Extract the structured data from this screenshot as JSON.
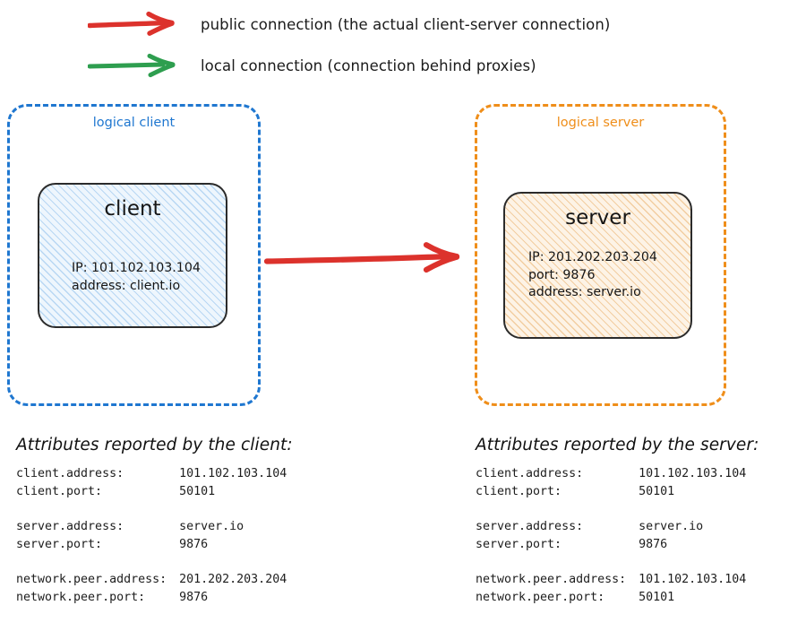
{
  "legend": {
    "items": [
      {
        "icon": "arrow-right-icon",
        "color": "#dc322c",
        "label": "public connection (the actual client-server connection)"
      },
      {
        "icon": "arrow-right-icon",
        "color": "#2e9e4f",
        "label": "local connection (connection behind proxies)"
      }
    ]
  },
  "diagram": {
    "main_arrow": {
      "icon": "arrow-right-icon",
      "color": "#dc322c"
    },
    "client_group": {
      "label": "logical client",
      "border_color": "#1f77d0",
      "node": {
        "title": "client",
        "fill_color": "#eef6fd",
        "hatch_color": "#8cbeeb",
        "lines": [
          "IP: 101.102.103.104",
          "address: client.io"
        ]
      }
    },
    "server_group": {
      "label": "logical server",
      "border_color": "#ef8e1a",
      "node": {
        "title": "server",
        "fill_color": "#fdf3e6",
        "hatch_color": "#e8a85c",
        "lines": [
          "IP: 201.202.203.204",
          "port: 9876",
          "address: server.io"
        ]
      }
    }
  },
  "attributes": {
    "client_panel": {
      "heading": "Attributes reported by the client:",
      "rows": [
        {
          "key": "client.address:",
          "value": "101.102.103.104"
        },
        {
          "key": "client.port:",
          "value": "50101"
        },
        {
          "key": "",
          "value": ""
        },
        {
          "key": "server.address:",
          "value": "server.io"
        },
        {
          "key": "server.port:",
          "value": "9876"
        },
        {
          "key": "",
          "value": ""
        },
        {
          "key": "network.peer.address:",
          "value": "201.202.203.204"
        },
        {
          "key": "network.peer.port:",
          "value": "9876"
        }
      ]
    },
    "server_panel": {
      "heading": "Attributes reported by the server:",
      "rows": [
        {
          "key": "client.address:",
          "value": "101.102.103.104"
        },
        {
          "key": "client.port:",
          "value": "50101"
        },
        {
          "key": "",
          "value": ""
        },
        {
          "key": "server.address:",
          "value": "server.io"
        },
        {
          "key": "server.port:",
          "value": "9876"
        },
        {
          "key": "",
          "value": ""
        },
        {
          "key": "network.peer.address:",
          "value": "101.102.103.104"
        },
        {
          "key": "network.peer.port:",
          "value": "50101"
        }
      ]
    }
  }
}
